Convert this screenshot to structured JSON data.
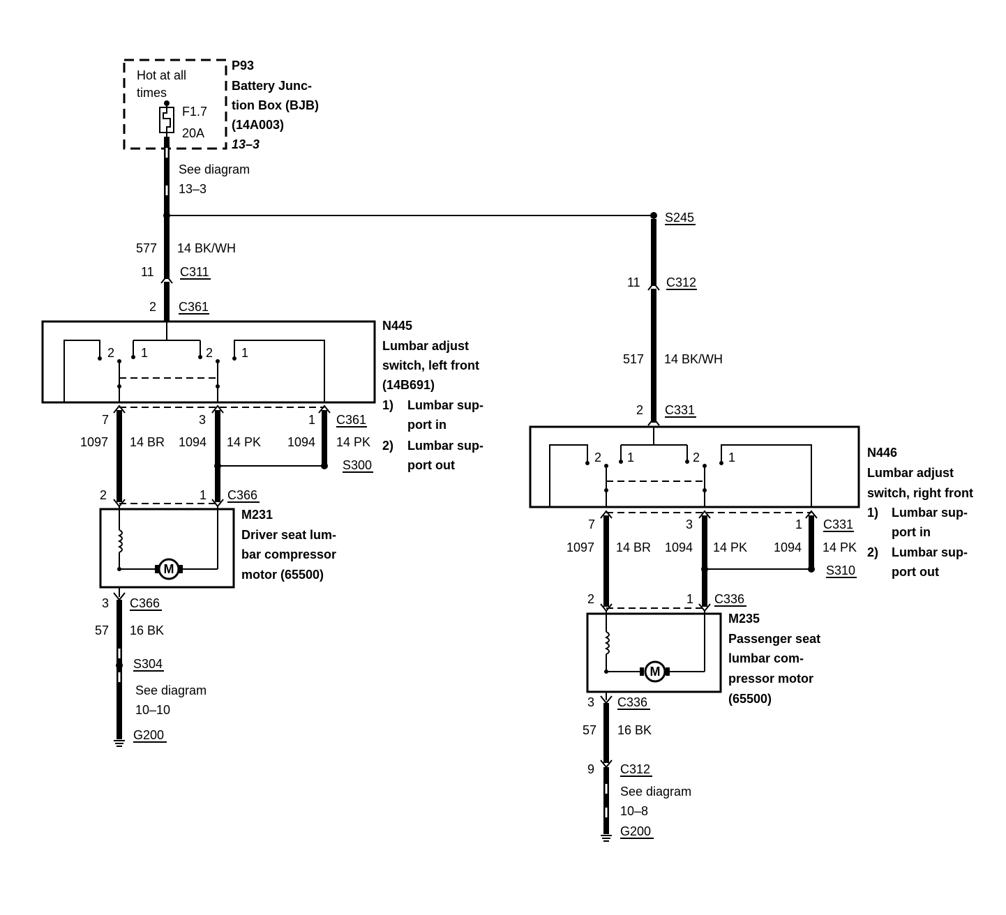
{
  "power": {
    "hot_line1": "Hot at all",
    "hot_line2": "times",
    "fuse_id": "F1.7",
    "fuse_rating": "20A",
    "module_id": "P93",
    "module_name1": "Battery Junc-",
    "module_name2": "tion Box (BJB)",
    "module_part": "(14A003)",
    "module_ref": "13–3",
    "see_line1": "See diagram",
    "see_line2": "13–3"
  },
  "splice_top": "S245",
  "left": {
    "circuit_in": "577",
    "wire_in": "14 BK/WH",
    "pin_c311": "11",
    "conn_c311": "C311",
    "pin_c361_top": "2",
    "conn_c361_top": "C361",
    "switch_id": "N445",
    "switch_name1": "Lumbar adjust",
    "switch_name2": "switch, left front",
    "switch_part": "(14B691)",
    "note1_num": "1)",
    "note1_line1": "Lumbar sup-",
    "note1_line2": "port in",
    "note2_num": "2)",
    "note2_line1": "Lumbar sup-",
    "note2_line2": "port out",
    "contact_2a": "2",
    "contact_1a": "1",
    "contact_2b": "2",
    "contact_1b": "1",
    "pin7": "7",
    "pin3": "3",
    "pin1": "1",
    "conn_c361_bot": "C361",
    "c1097": "1097",
    "w14br": "14 BR",
    "c1094a": "1094",
    "w14pka": "14 PK",
    "c1094b": "1094",
    "w14pkb": "14 PK",
    "splice_s300": "S300",
    "pin_c366_2": "2",
    "pin_c366_1": "1",
    "conn_c366": "C366",
    "motor_id": "M231",
    "motor_name1": "Driver seat lum-",
    "motor_name2": "bar compressor",
    "motor_name3": "motor (65500)",
    "motor_symbol": "M",
    "pin_c366_3": "3",
    "conn_c366_b": "C366",
    "circuit_gnd": "57",
    "wire_gnd": "16 BK",
    "splice_s304": "S304",
    "see_line1": "See diagram",
    "see_line2": "10–10",
    "ground": "G200"
  },
  "right": {
    "pin_c312": "11",
    "conn_c312": "C312",
    "circuit_in": "517",
    "wire_in": "14 BK/WH",
    "pin_c331_top": "2",
    "conn_c331_top": "C331",
    "switch_id": "N446",
    "switch_name1": "Lumbar adjust",
    "switch_name2": "switch, right front",
    "note1_num": "1)",
    "note1_line1": "Lumbar sup-",
    "note1_line2": "port in",
    "note2_num": "2)",
    "note2_line1": "Lumbar sup-",
    "note2_line2": "port out",
    "contact_2a": "2",
    "contact_1a": "1",
    "contact_2b": "2",
    "contact_1b": "1",
    "pin7": "7",
    "pin3": "3",
    "pin1": "1",
    "conn_c331_bot": "C331",
    "c1097": "1097",
    "w14br": "14 BR",
    "c1094a": "1094",
    "w14pka": "14 PK",
    "c1094b": "1094",
    "w14pkb": "14 PK",
    "splice_s310": "S310",
    "pin_c336_2": "2",
    "pin_c336_1": "1",
    "conn_c336": "C336",
    "motor_id": "M235",
    "motor_name1": "Passenger seat",
    "motor_name2": "lumbar com-",
    "motor_name3": "pressor motor",
    "motor_name4": "(65500)",
    "motor_symbol": "M",
    "pin_c336_3": "3",
    "conn_c336_b": "C336",
    "circuit_gnd": "57",
    "wire_gnd": "16 BK",
    "pin_c312_b": "9",
    "conn_c312_b": "C312",
    "see_line1": "See diagram",
    "see_line2": "10–8",
    "ground": "G200"
  }
}
